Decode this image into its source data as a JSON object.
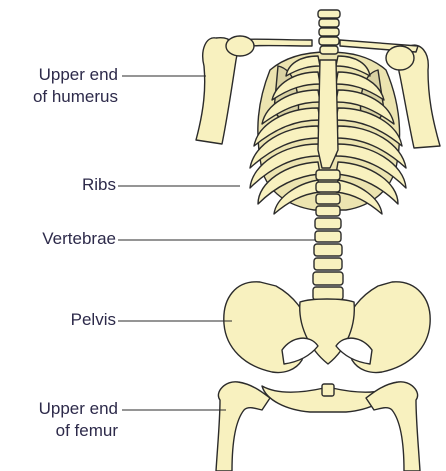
{
  "labels": {
    "humerus": {
      "line1": "Upper end",
      "line2": "of humerus"
    },
    "ribs": "Ribs",
    "vertebrae": "Vertebrae",
    "pelvis": "Pelvis",
    "femur": {
      "line1": "Upper end",
      "line2": "of femur"
    }
  },
  "colors": {
    "bone": "#f8f1bf",
    "bone_shadow": "#d9d2a3",
    "outline": "#2b2b2b",
    "label_text": "#2d2a4a",
    "leader_line": "#2b2b2b"
  }
}
